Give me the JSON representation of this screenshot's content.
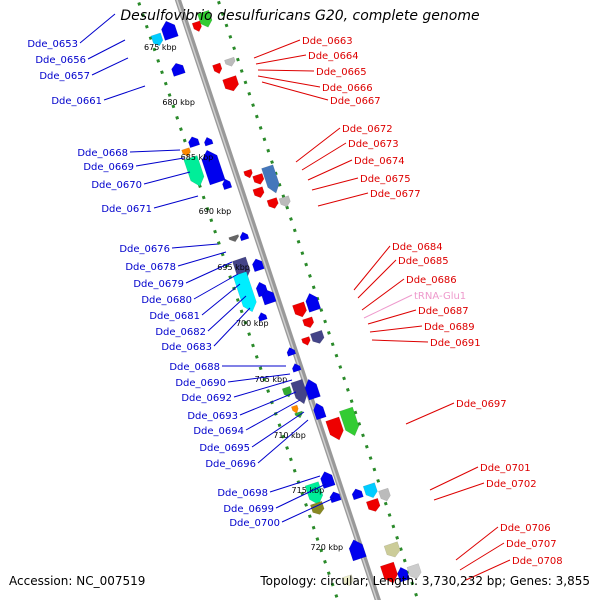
{
  "title": "Desulfovibrio desulfuricans G20, complete genome",
  "footer": {
    "accession": "Accession: NC_007519",
    "topology": "Topology: circular; Length: 3,730,232 bp; Genes: 3,855"
  },
  "colors": {
    "left_label": "#0000cc",
    "right_label": "#dd0000",
    "trna_label": "#ee99cc",
    "backbone": "#999999",
    "tick": "#2a8a2a"
  },
  "kbp_marks": [
    "675 kbp",
    "680 kbp",
    "685 kbp",
    "690 kbp",
    "695 kbp",
    "700 kbp",
    "705 kbp",
    "710 kbp",
    "715 kbp",
    "720 kbp"
  ],
  "left_labels": [
    "Dde_0653",
    "Dde_0656",
    "Dde_0657",
    "Dde_0661",
    "Dde_0668",
    "Dde_0669",
    "Dde_0670",
    "Dde_0671",
    "Dde_0676",
    "Dde_0678",
    "Dde_0679",
    "Dde_0680",
    "Dde_0681",
    "Dde_0682",
    "Dde_0683",
    "Dde_0688",
    "Dde_0690",
    "Dde_0692",
    "Dde_0693",
    "Dde_0694",
    "Dde_0695",
    "Dde_0696",
    "Dde_0698",
    "Dde_0699",
    "Dde_0700"
  ],
  "right_labels": [
    "Dde_0663",
    "Dde_0664",
    "Dde_0665",
    "Dde_0666",
    "Dde_0667",
    "Dde_0672",
    "Dde_0673",
    "Dde_0674",
    "Dde_0675",
    "Dde_0677",
    "Dde_0684",
    "Dde_0685",
    "Dde_0686",
    "tRNA-Glu1",
    "Dde_0687",
    "Dde_0689",
    "Dde_0691",
    "Dde_0697",
    "Dde_0701",
    "Dde_0702",
    "Dde_0706",
    "Dde_0707",
    "Dde_0708"
  ]
}
